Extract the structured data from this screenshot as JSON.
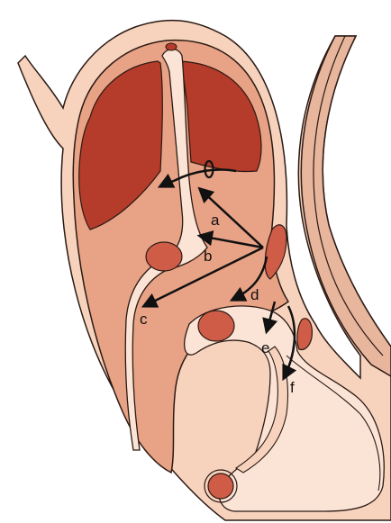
{
  "figure": {
    "labels": {
      "a": "a",
      "b": "b",
      "c": "c",
      "d": "d",
      "e": "e",
      "f": "f"
    }
  },
  "colors": {
    "outline": "#2b1a14",
    "skin": "#f7d3bd",
    "tissue_mid": "#e8a285",
    "tissue_dark": "#d47c63",
    "organ_dark": "#b53b2a",
    "organ_mid": "#cf5c47",
    "cavity_light": "#fbe4d5",
    "arrow": "#111111"
  },
  "icons": {
    "rotation_arrow": "curved-arrow-with-ring-icon"
  }
}
